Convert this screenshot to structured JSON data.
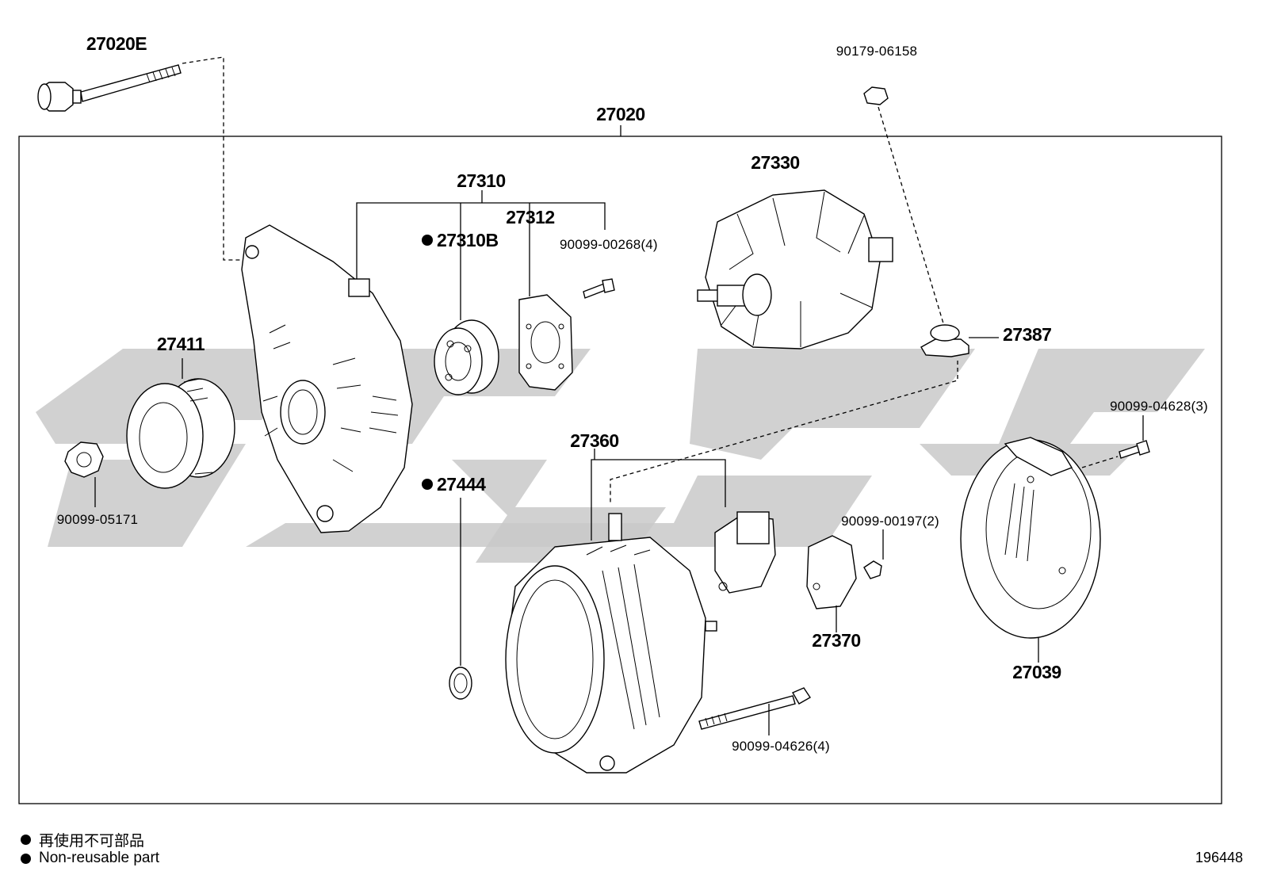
{
  "diagram": {
    "assembly_label": "27020",
    "parts": {
      "bolt_assy": "27020E",
      "frame_drive_end": "27310",
      "bearing": "27310B",
      "retainer_plate": "27312",
      "retainer_screw": "90099-00268(4)",
      "rotor": "27330",
      "pulley": "27411",
      "pulley_nut": "90099-05171",
      "rectifier_end_frame": "27360",
      "washer": "27444",
      "terminal_nut": "90179-06158",
      "terminal_insulator": "27387",
      "cover_screw": "90099-04628(3)",
      "brush_holder_screw": "90099-00197(2)",
      "brush_holder": "27370",
      "end_cover": "27039",
      "through_bolt": "90099-04626(4)"
    }
  },
  "legend": {
    "japanese": "再使用不可部品",
    "english": "Non-reusable part"
  },
  "reference_number": "196448"
}
